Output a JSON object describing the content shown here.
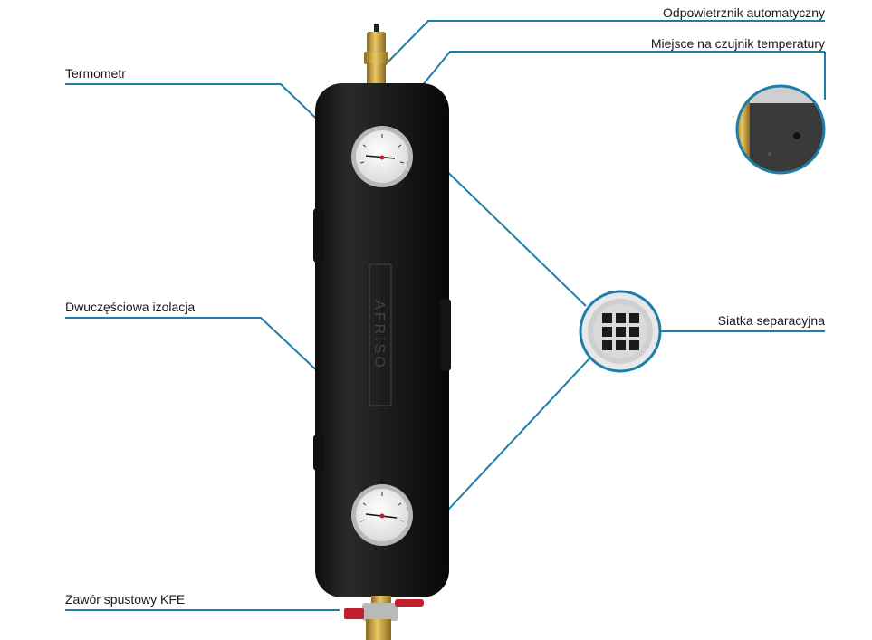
{
  "labels": {
    "vent": "Odpowietrznik automatyczny",
    "sensor": "Miejsce na czujnik temperatury",
    "thermometer": "Termometr",
    "insulation": "Dwuczęściowa izolacja",
    "mesh": "Siatka separacyjna",
    "drain": "Zawór spustowy KFE"
  },
  "body_logo": "AFRISO",
  "colors": {
    "leader_line": "#1f7ea8",
    "insulation": "#1b1b1b",
    "brass": "#c8a03a",
    "valve_red": "#c0202a",
    "text": "#1a1a1a"
  }
}
